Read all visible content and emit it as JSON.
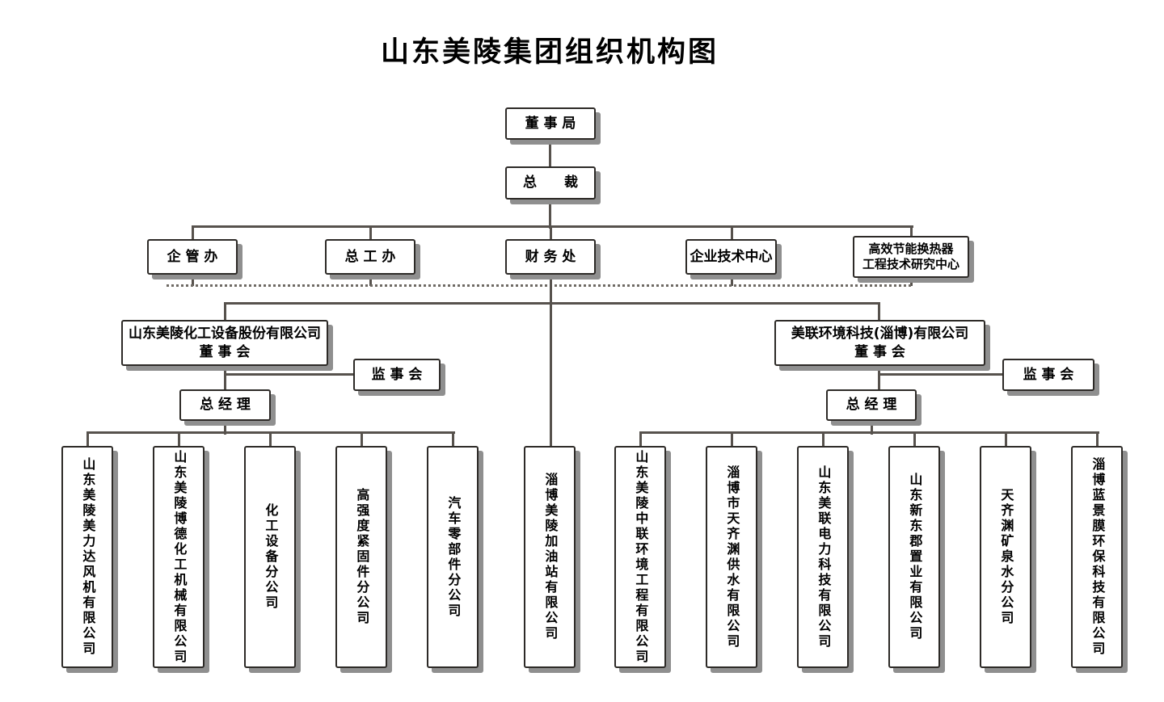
{
  "title": "山东美陵集团组织机构图",
  "top": {
    "board": "董 事 局",
    "president": "总　　裁"
  },
  "departments": {
    "d1": "企 管 办",
    "d2": "总 工 办",
    "d3": "财 务 处",
    "d4": "企业技术中心",
    "d5_line1": "高效节能换热器",
    "d5_line2": "工程技术研究中心"
  },
  "left_branch": {
    "company": "山东美陵化工设备股份有限公司",
    "board_line": "董 事 会",
    "supervisory": "监 事 会",
    "general_manager": "总 经 理"
  },
  "right_branch": {
    "company": "美联环境科技(淄博)有限公司",
    "board_line": "董 事 会",
    "supervisory": "监 事 会",
    "general_manager": "总 经 理"
  },
  "subsidiaries_left": [
    "山东美陵美力达风机有限公司",
    "山东美陵博德化工机械有限公司",
    "化工设备分公司",
    "高强度紧固件分公司",
    "汽车零部件分公司"
  ],
  "subsidiary_middle": "淄博美陵加油站有限公司",
  "subsidiaries_right": [
    "山东美陵中联环境工程有限公司",
    "淄博市天齐渊供水有限公司",
    "山东美联电力科技有限公司",
    "山东新东郡置业有限公司",
    "天齐渊矿泉水分公司",
    "淄博蓝景膜环保科技有限公司"
  ],
  "colors": {
    "background": "#ffffff",
    "box_border": "#2d2a27",
    "box_shadow": "#8f8f8f",
    "connector_line": "#57524d",
    "dotted_line": "#6f6a64",
    "text": "#000000"
  }
}
